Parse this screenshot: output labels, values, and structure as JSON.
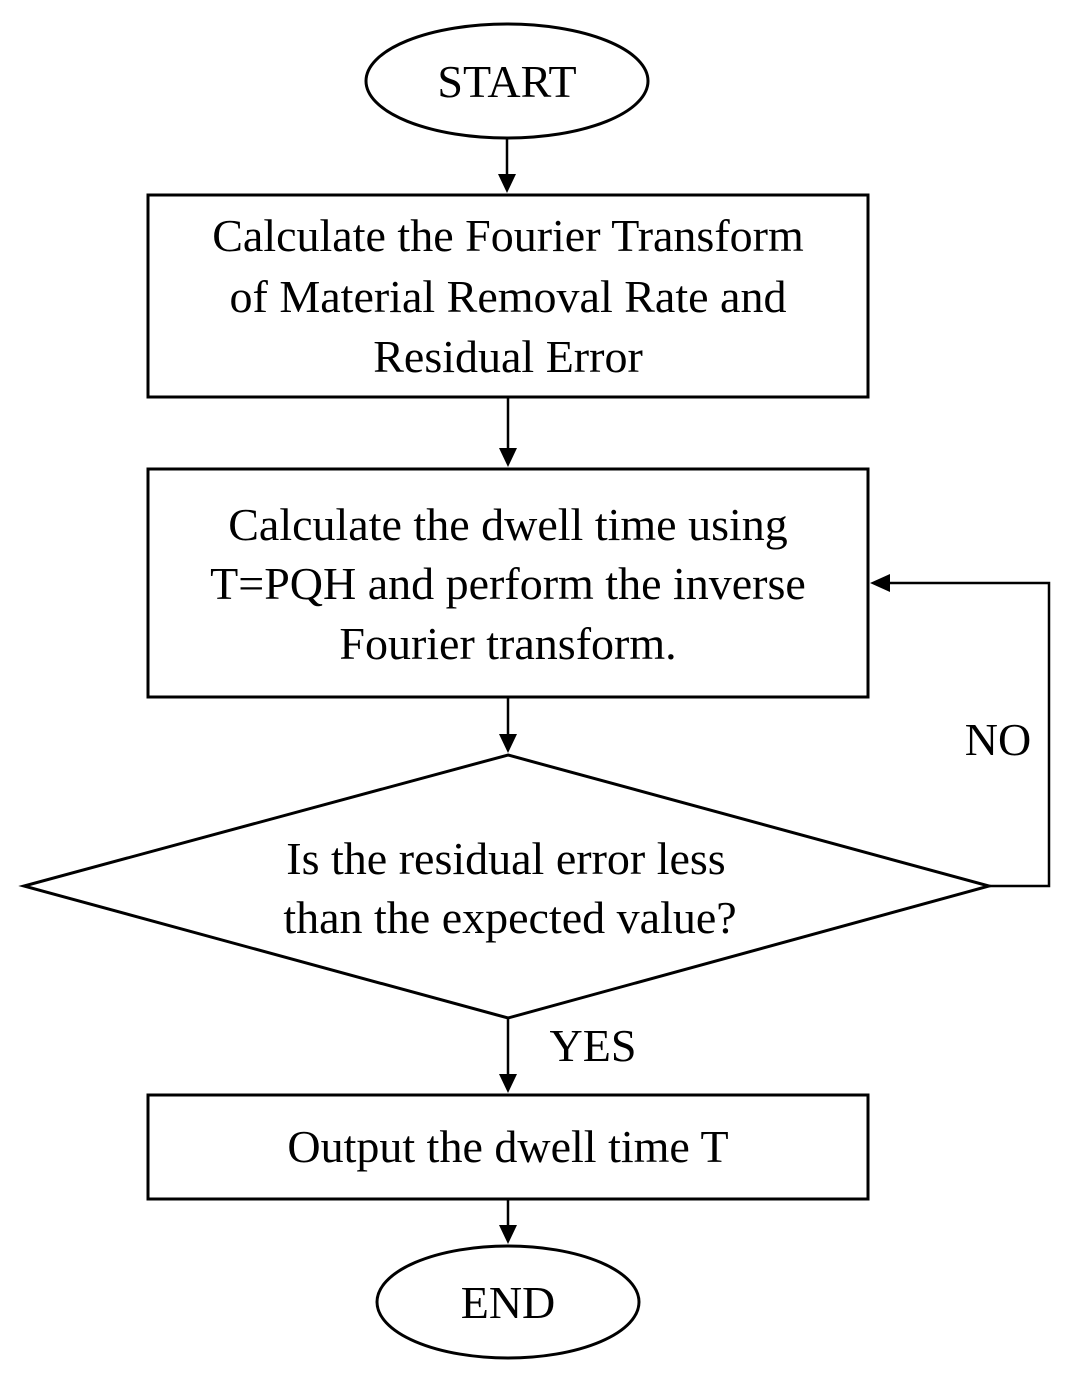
{
  "flowchart": {
    "start": "START",
    "step1": [
      "Calculate the Fourier Transform",
      "of Material Removal Rate and",
      "Residual Error"
    ],
    "step2": [
      "Calculate the dwell time using",
      "T=PQH and perform the inverse",
      "Fourier transform."
    ],
    "decision": [
      "Is the residual error less",
      "than the expected value?"
    ],
    "no_label": "NO",
    "yes_label": "YES",
    "output": "Output the dwell time T",
    "end": "END"
  }
}
